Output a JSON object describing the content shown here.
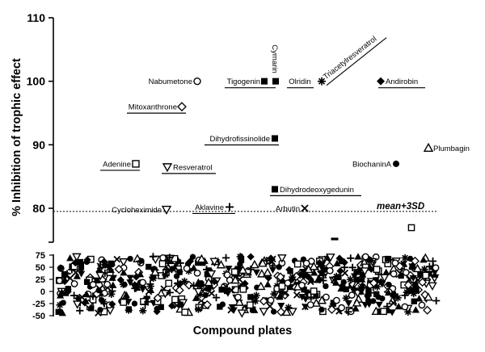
{
  "chart_data": {
    "type": "scatter",
    "title": "",
    "ylabel": "% Inhibition of trophic effect",
    "xlabel": "Compound plates",
    "upper_axis": {
      "ylim": [
        75,
        110
      ],
      "ticks": [
        "80",
        "90",
        "100",
        "110"
      ],
      "tick_values": [
        80,
        90,
        100,
        110
      ]
    },
    "lower_axis": {
      "ylim": [
        -50,
        75
      ],
      "ticks": [
        "75",
        "50",
        "25",
        "0",
        "-25",
        "-50"
      ],
      "tick_values": [
        75,
        50,
        25,
        0,
        -25,
        -50
      ]
    },
    "threshold": {
      "label": "mean+3SD",
      "value": 79.5
    },
    "hits": [
      {
        "label": "Nabumetone",
        "y": 100.0,
        "marker": "circle-open"
      },
      {
        "label": "Tigogenin",
        "y": 100.0,
        "marker": "square-filled"
      },
      {
        "label": "Cymarin",
        "y": 100.0,
        "marker": "square-filled"
      },
      {
        "label": "Olridin",
        "y": 100.0,
        "marker": "none"
      },
      {
        "label": "Triacetylresveratrol",
        "y": 100.0,
        "marker": "asterisk"
      },
      {
        "label": "Andirobin",
        "y": 100.0,
        "marker": "diamond-filled"
      },
      {
        "label": "Mitoxanthrone",
        "y": 96.0,
        "marker": "diamond-open"
      },
      {
        "label": "Dihydrofissinolide",
        "y": 91.0,
        "marker": "square-filled"
      },
      {
        "label": "Plumbagin",
        "y": 89.5,
        "marker": "triangle-open"
      },
      {
        "label": "Adenine",
        "y": 87.0,
        "marker": "square-open"
      },
      {
        "label": "Resveratrol",
        "y": 86.5,
        "marker": "triangle-down-open"
      },
      {
        "label": "BiochaninA",
        "y": 87.0,
        "marker": "circle-filled"
      },
      {
        "label": "Dihydrodeoxygedunin",
        "y": 83.0,
        "marker": "square-filled"
      },
      {
        "label": "Cycloheximide",
        "y": 79.8,
        "marker": "triangle-down-open"
      },
      {
        "label": "Aklavine",
        "y": 80.2,
        "marker": "plus"
      },
      {
        "label": "Arbutin",
        "y": 80.0,
        "marker": "cross"
      }
    ]
  },
  "colors": {
    "ink": "#000000",
    "background": "#ffffff"
  }
}
